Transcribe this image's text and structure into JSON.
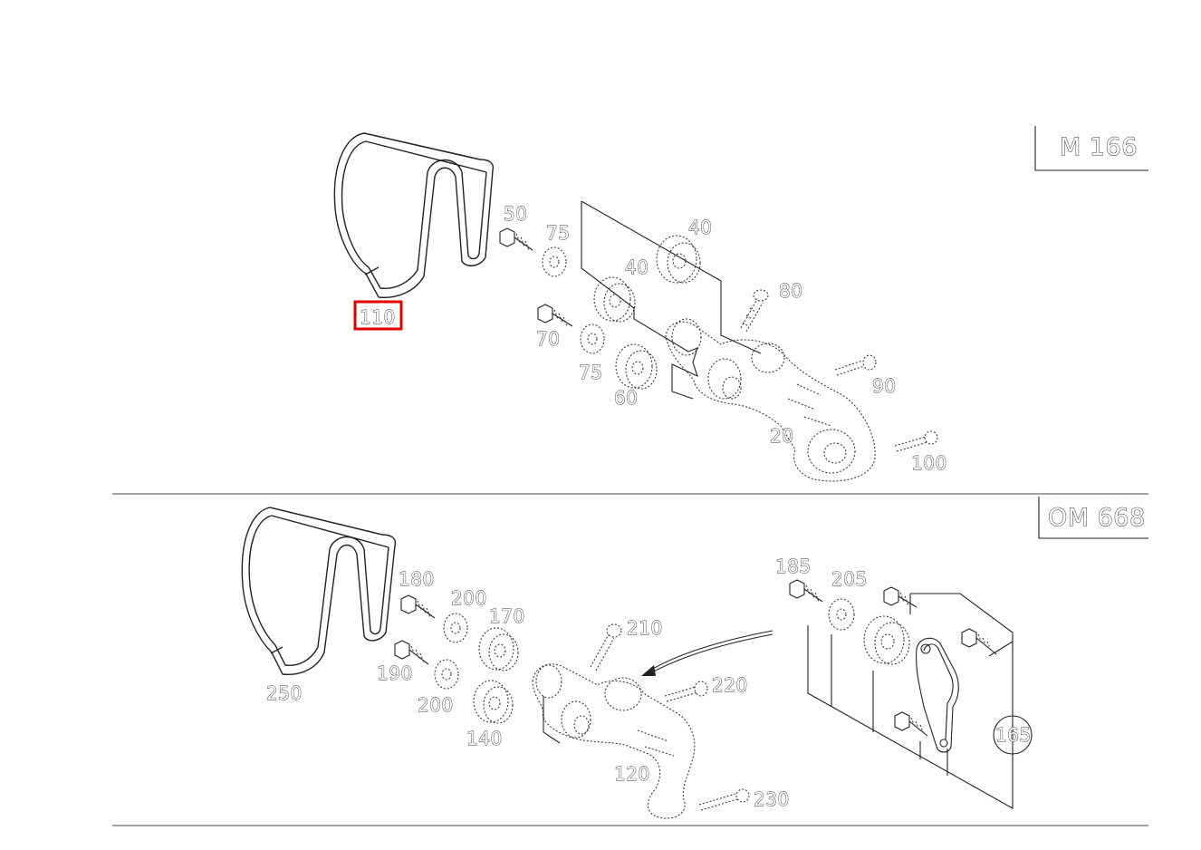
{
  "sections": [
    {
      "engine_label": "M 166",
      "callouts": [
        {
          "id": "110",
          "text": "110",
          "highlighted": true
        },
        {
          "id": "50",
          "text": "50"
        },
        {
          "id": "75a",
          "text": "75"
        },
        {
          "id": "40a",
          "text": "40"
        },
        {
          "id": "40b",
          "text": "40"
        },
        {
          "id": "80",
          "text": "80"
        },
        {
          "id": "70",
          "text": "70"
        },
        {
          "id": "75b",
          "text": "75"
        },
        {
          "id": "60",
          "text": "60"
        },
        {
          "id": "90",
          "text": "90"
        },
        {
          "id": "20",
          "text": "20"
        },
        {
          "id": "100",
          "text": "100"
        }
      ]
    },
    {
      "engine_label": "OM 668",
      "callouts": [
        {
          "id": "180",
          "text": "180"
        },
        {
          "id": "200a",
          "text": "200"
        },
        {
          "id": "170",
          "text": "170"
        },
        {
          "id": "190",
          "text": "190"
        },
        {
          "id": "200b",
          "text": "200"
        },
        {
          "id": "250",
          "text": "250"
        },
        {
          "id": "140",
          "text": "140"
        },
        {
          "id": "210",
          "text": "210"
        },
        {
          "id": "220",
          "text": "220"
        },
        {
          "id": "120",
          "text": "120"
        },
        {
          "id": "230",
          "text": "230"
        },
        {
          "id": "185",
          "text": "185"
        },
        {
          "id": "205",
          "text": "205"
        },
        {
          "id": "165",
          "text": "165"
        }
      ]
    }
  ],
  "colors": {
    "highlight": "#e00000",
    "line": "#222222",
    "background": "#ffffff"
  }
}
